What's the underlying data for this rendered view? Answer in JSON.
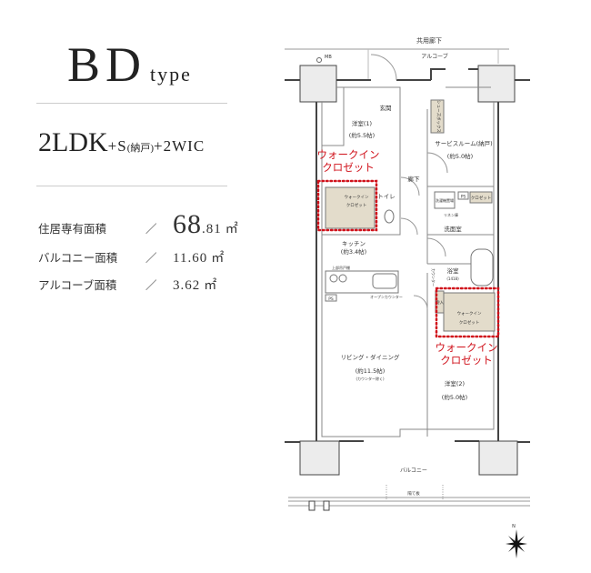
{
  "header": {
    "type_code": "BD",
    "type_suffix": "type",
    "layout_main": "2LDK",
    "layout_plus_s": "+S",
    "layout_storage": "(納戸)",
    "layout_wic": "+2WIC"
  },
  "areas": [
    {
      "label": "住居専有面積",
      "separator": "／",
      "value_int": "68",
      "value_dec": ".81",
      "unit": "㎡"
    },
    {
      "label": "バルコニー面積",
      "separator": "／",
      "value": "11.60",
      "unit": "㎡"
    },
    {
      "label": "アルコーブ面積",
      "separator": "／",
      "value": "3.62",
      "unit": "㎡"
    }
  ],
  "plan": {
    "corridor": "共用廊下",
    "alcove": "アルコーブ",
    "mb": "MB",
    "western1": "洋室(1)",
    "western1_size": "(約5.5帖)",
    "entrance": "玄関",
    "shoebox": "シューズボックス",
    "service": "サービスルーム(納戸)",
    "service_size": "(約5.0帖)",
    "hall": "廊下",
    "toilet": "トイレ",
    "wic_small": "ウォークイン",
    "wic_small2": "クロゼット",
    "washer": "洗濯機置場",
    "linen": "リネン庫",
    "closet": "クロゼット",
    "ps": "PS",
    "washroom": "洗面室",
    "bath": "浴室",
    "bath_size": "(1418)",
    "kitchen": "キッチン",
    "kitchen_size": "(約3.4帖)",
    "counter": "カウンター",
    "upper": "上部吊戸棚",
    "open_counter": "オープンカウンター",
    "storage": "物入",
    "ld": "リビング・ダイニング",
    "ld_size": "(約11.5帖)",
    "ld_note": "(カウンター除く)",
    "western2": "洋室(2)",
    "western2_size": "(約5.0帖)",
    "balcony": "バルコニー",
    "partition": "隔て板",
    "north": "N",
    "callout1_line1": "ウォークイン",
    "callout1_line2": "クロゼット",
    "callout2_line1": "ウォークイン",
    "callout2_line2": "クロゼット"
  },
  "colors": {
    "accent": "#d0121b",
    "closet_fill": "#e3dccb",
    "wall": "#444444",
    "column": "#ececec"
  }
}
